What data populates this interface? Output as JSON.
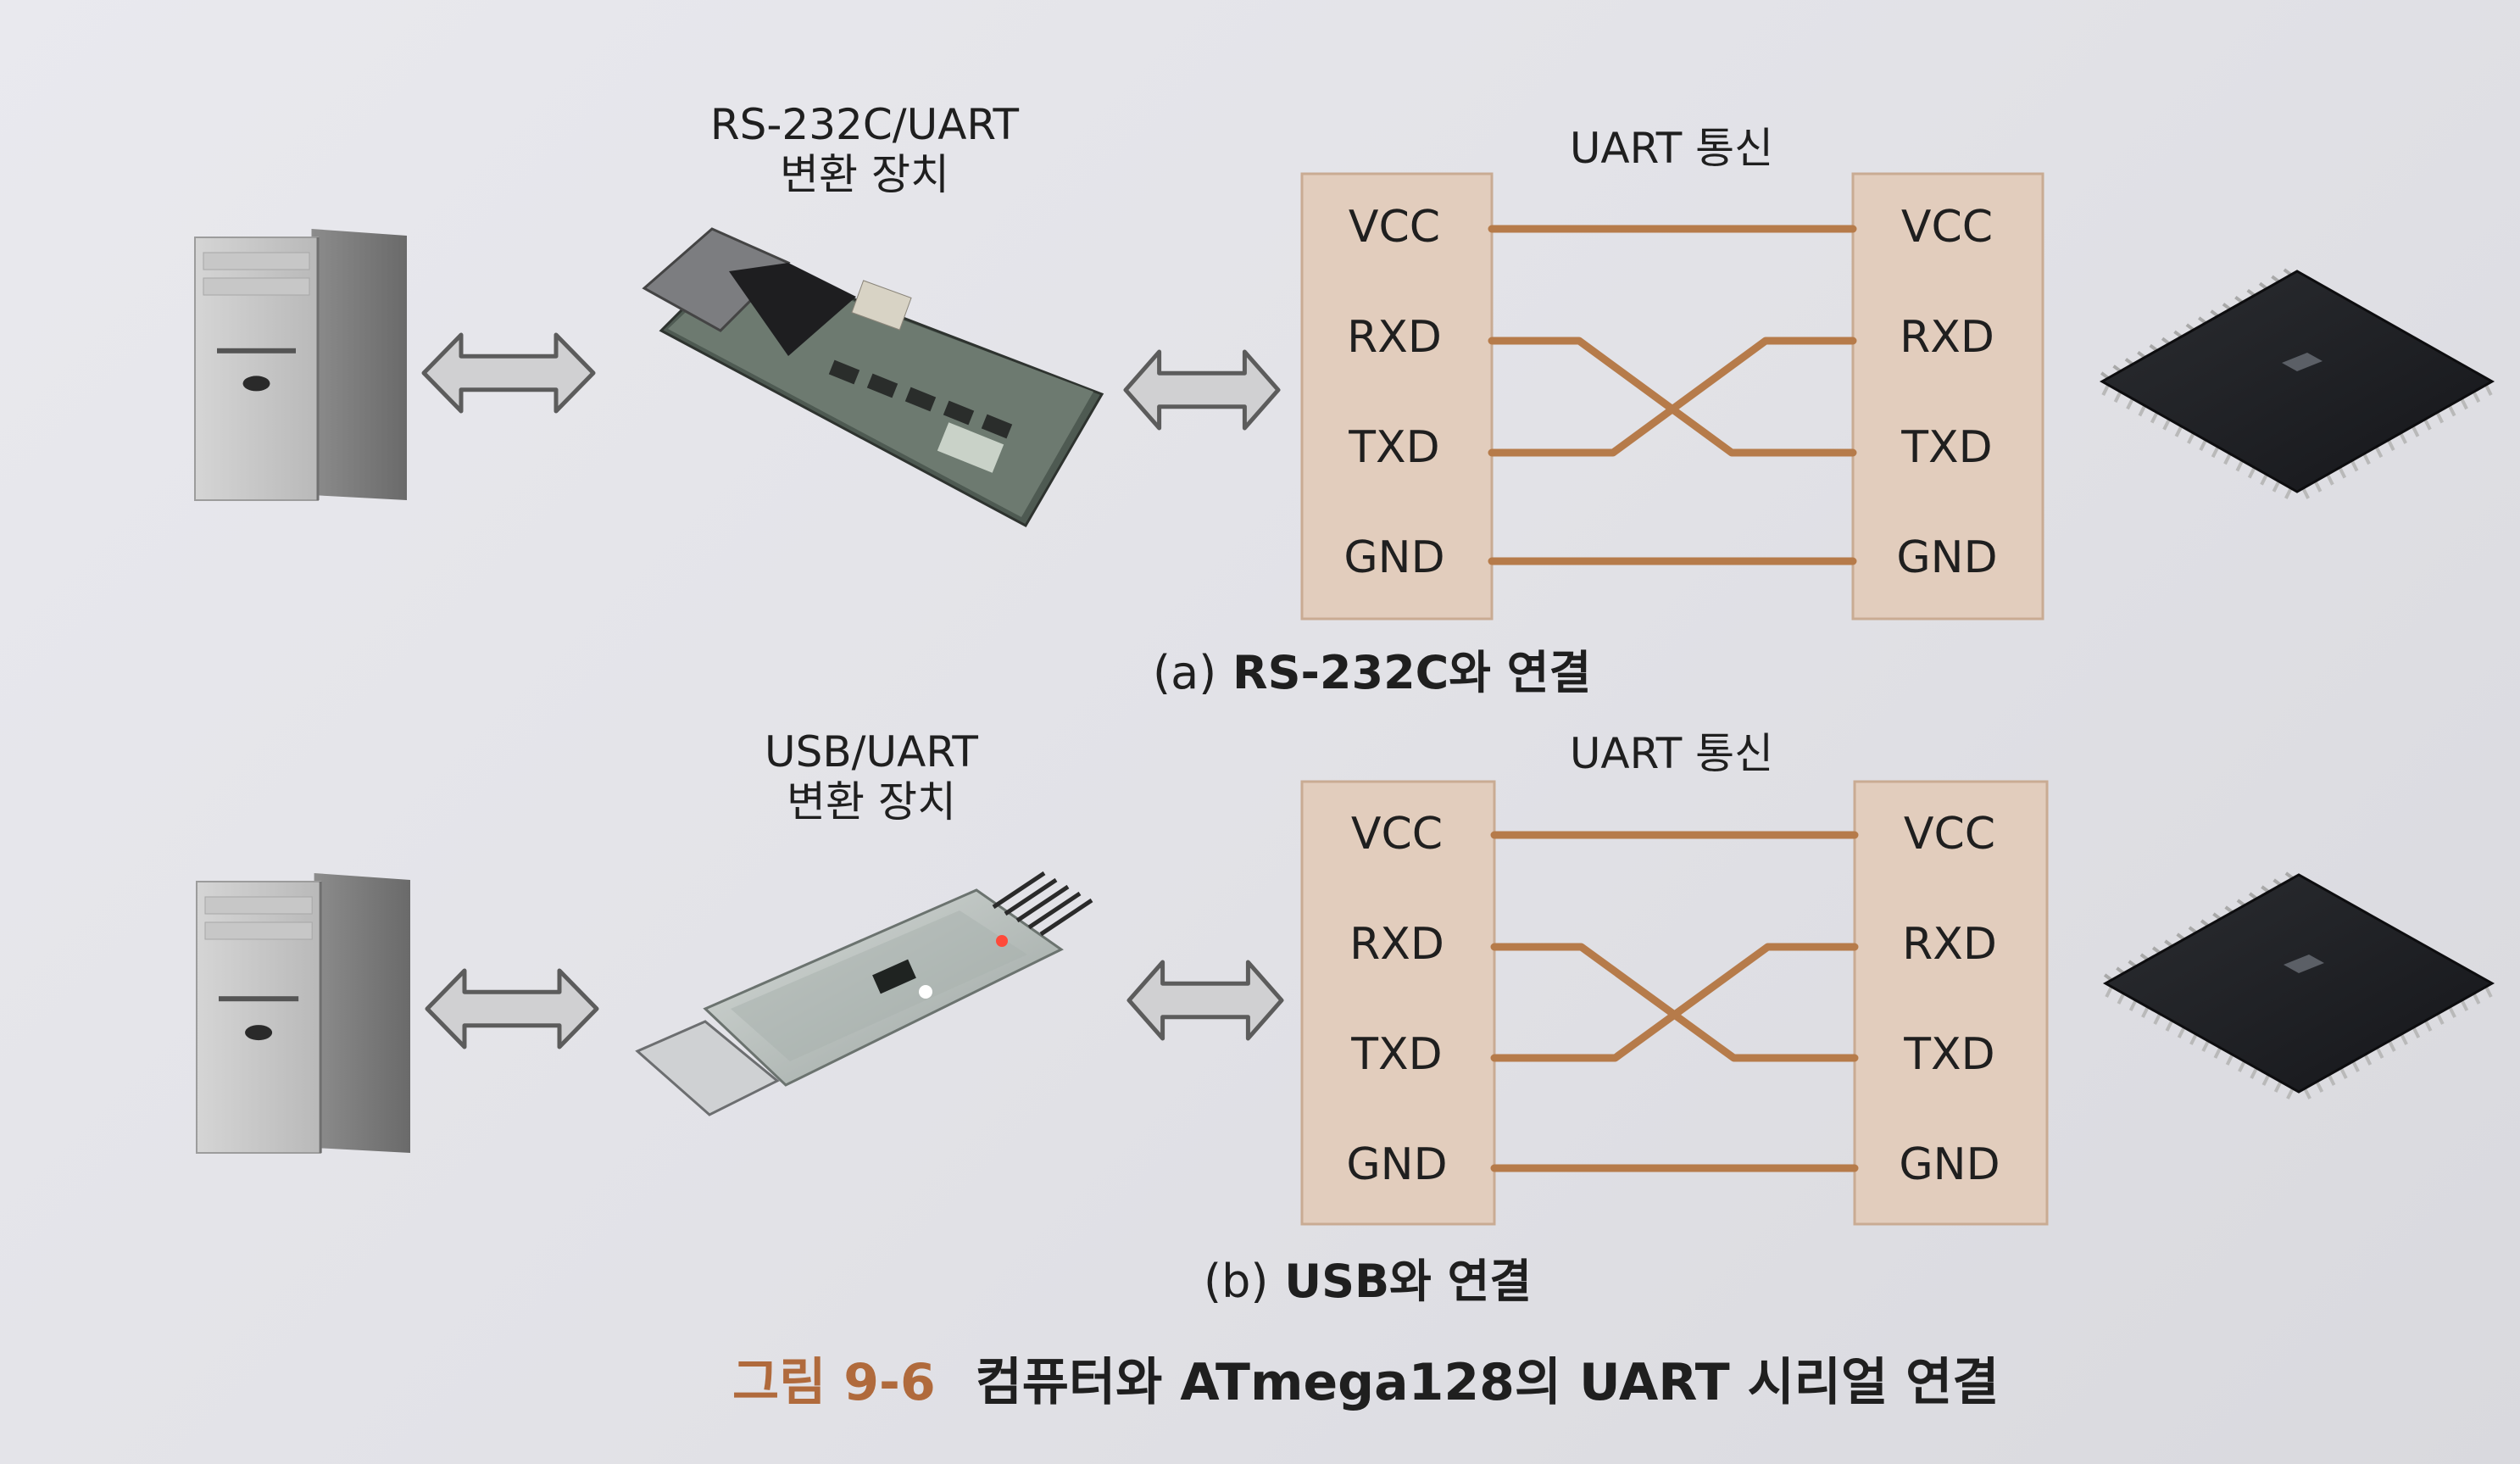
{
  "colors": {
    "pin_box_fill": "#e2cdbd",
    "pin_box_stroke": "#c9ab93",
    "wire": "#b67b4a",
    "arrow_fill": "#d0d0d2",
    "arrow_stroke": "#5c5c5c",
    "figure_number": "#b06a3c",
    "text": "#1f1f1f"
  },
  "panels": [
    {
      "id": "a",
      "converter_title": [
        "RS-232C/UART",
        "변환 장치"
      ],
      "converter_icon": "rs232-uart-converter-board",
      "computer_icon": "desktop-tower-pc-icon",
      "mcu_icon": "atmega128-chip-icon",
      "link_title": "UART 통신",
      "left_pins": [
        "VCC",
        "RXD",
        "TXD",
        "GND"
      ],
      "right_pins": [
        "VCC",
        "RXD",
        "TXD",
        "GND"
      ],
      "caption_label": "(a)",
      "caption_text": "RS-232C와 연결"
    },
    {
      "id": "b",
      "converter_title": [
        "USB/UART",
        "변환 장치"
      ],
      "converter_icon": "usb-uart-converter-stick",
      "computer_icon": "desktop-tower-pc-icon",
      "mcu_icon": "atmega128-chip-icon",
      "link_title": "UART 통신",
      "left_pins": [
        "VCC",
        "RXD",
        "TXD",
        "GND"
      ],
      "right_pins": [
        "VCC",
        "RXD",
        "TXD",
        "GND"
      ],
      "caption_label": "(b)",
      "caption_text": "USB와 연결"
    }
  ],
  "figure": {
    "number": "그림 9-6",
    "title": "컴퓨터와 ATmega128의 UART 시리얼 연결"
  }
}
